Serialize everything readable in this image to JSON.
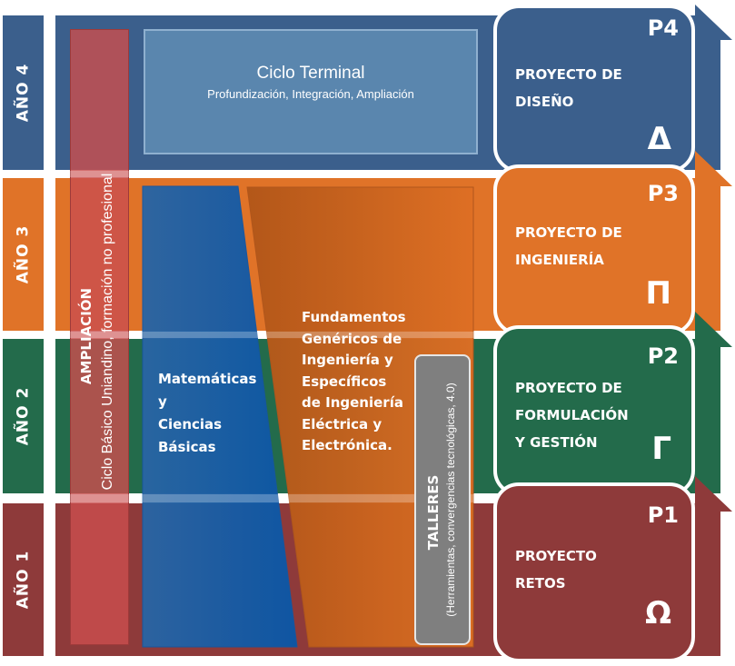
{
  "colors": {
    "year4": "#3b5f8c",
    "year3": "#e07328",
    "year2": "#236b4b",
    "year1": "#8e3a3a",
    "ampliacion": "#c94e4e",
    "math": "#1c5ea8",
    "fundamentos": "#c4621f",
    "talleres": "#7f7f7f",
    "terminal": "#5a86ae"
  },
  "years": [
    {
      "label": "AÑO 4"
    },
    {
      "label": "AÑO 3"
    },
    {
      "label": "AÑO 2"
    },
    {
      "label": "AÑO 1"
    }
  ],
  "ampliacion": {
    "title": "AMPLIACIÓN",
    "subtitle": "Ciclo Básico Uniandino, formación no profesional"
  },
  "ciclo_terminal": {
    "title": "Ciclo Terminal",
    "subtitle": "Profundización, Integración, Ampliación"
  },
  "matematicas": {
    "lines": [
      "Matemáticas",
      "y",
      "Ciencias",
      "Básicas"
    ]
  },
  "fundamentos": {
    "lines": [
      "Fundamentos",
      "Genéricos de",
      "Ingeniería y",
      "Específicos",
      "de Ingeniería",
      "Eléctrica y",
      "Electrónica."
    ]
  },
  "talleres": {
    "title": "TALLERES",
    "subtitle": "(Herramientas, convergencias tecnológicas, 4.0)"
  },
  "projects": [
    {
      "code": "P4",
      "lines": [
        "PROYECTO DE",
        "DISEÑO"
      ],
      "symbol": "Δ"
    },
    {
      "code": "P3",
      "lines": [
        "PROYECTO DE",
        "INGENIERÍA"
      ],
      "symbol": "Π"
    },
    {
      "code": "P2",
      "lines": [
        "PROYECTO DE",
        "FORMULACIÓN",
        "Y GESTIÓN"
      ],
      "symbol": "Γ"
    },
    {
      "code": "P1",
      "lines": [
        "PROYECTO",
        "RETOS"
      ],
      "symbol": "Ω"
    }
  ]
}
